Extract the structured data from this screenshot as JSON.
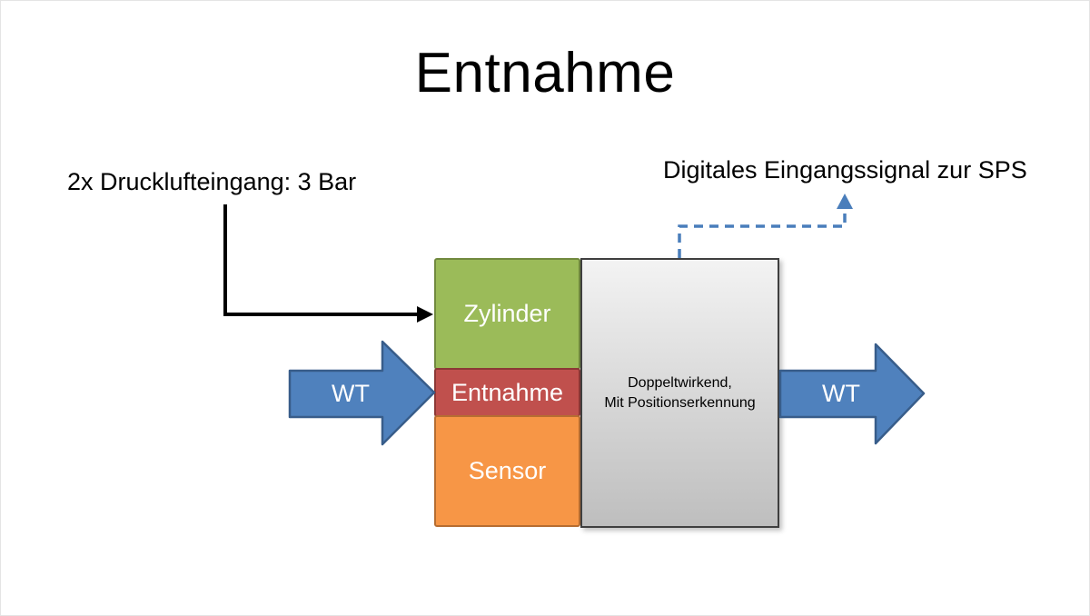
{
  "slide": {
    "title": "Entnahme",
    "annotations": {
      "pressure_label": "2x Drucklufteingang: 3 Bar",
      "sps_label": "Digitales Eingangssignal zur SPS"
    },
    "blocks": {
      "zylinder": {
        "label": "Zylinder",
        "fill": "#9BBB59",
        "border": "#71893F"
      },
      "entnahme": {
        "label": "Entnahme",
        "fill": "#C0504D",
        "border": "#8C3836"
      },
      "sensor": {
        "label": "Sensor",
        "fill": "#F79646",
        "border": "#B66D31"
      },
      "actuator": {
        "label_line1": "Doppeltwirkend,",
        "label_line2": "Mit Positionserkennung",
        "fill_top": "#F3F3F3",
        "fill_bottom": "#BEBEBE",
        "border": "#3F3F3F"
      }
    },
    "flow": {
      "wt_in_label": "WT",
      "wt_out_label": "WT",
      "arrow_fill": "#4F81BD",
      "arrow_border": "#385D8A",
      "dashed_signal_color": "#4A7EBB",
      "pressure_arrow_color": "#000000"
    }
  }
}
